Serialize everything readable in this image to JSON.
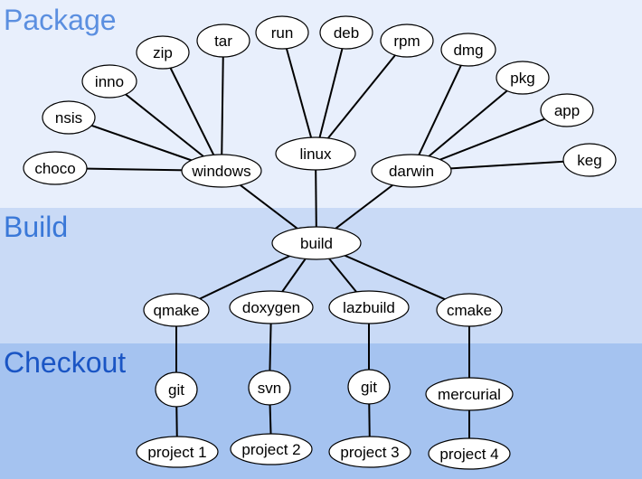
{
  "bands": [
    {
      "id": "package",
      "label": "Package",
      "fill": "#e8effc",
      "text_color": "#5b8fe0"
    },
    {
      "id": "build",
      "label": "Build",
      "fill": "#c9daf6",
      "text_color": "#3a78d8"
    },
    {
      "id": "checkout",
      "label": "Checkout",
      "fill": "#a5c3f0",
      "text_color": "#1a55c4"
    }
  ],
  "nodes": [
    {
      "id": "choco",
      "label": "choco"
    },
    {
      "id": "nsis",
      "label": "nsis"
    },
    {
      "id": "inno",
      "label": "inno"
    },
    {
      "id": "zip",
      "label": "zip"
    },
    {
      "id": "tar",
      "label": "tar"
    },
    {
      "id": "run",
      "label": "run"
    },
    {
      "id": "deb",
      "label": "deb"
    },
    {
      "id": "rpm",
      "label": "rpm"
    },
    {
      "id": "dmg",
      "label": "dmg"
    },
    {
      "id": "pkg",
      "label": "pkg"
    },
    {
      "id": "app",
      "label": "app"
    },
    {
      "id": "keg",
      "label": "keg"
    },
    {
      "id": "windows",
      "label": "windows"
    },
    {
      "id": "linux",
      "label": "linux"
    },
    {
      "id": "darwin",
      "label": "darwin"
    },
    {
      "id": "build",
      "label": "build"
    },
    {
      "id": "qmake",
      "label": "qmake"
    },
    {
      "id": "doxygen",
      "label": "doxygen"
    },
    {
      "id": "lazbuild",
      "label": "lazbuild"
    },
    {
      "id": "cmake",
      "label": "cmake"
    },
    {
      "id": "git1",
      "label": "git"
    },
    {
      "id": "svn",
      "label": "svn"
    },
    {
      "id": "git2",
      "label": "git"
    },
    {
      "id": "mercurial",
      "label": "mercurial"
    },
    {
      "id": "project1",
      "label": "project 1"
    },
    {
      "id": "project2",
      "label": "project 2"
    },
    {
      "id": "project3",
      "label": "project 3"
    },
    {
      "id": "project4",
      "label": "project 4"
    }
  ],
  "edges": [
    [
      "choco",
      "windows"
    ],
    [
      "nsis",
      "windows"
    ],
    [
      "inno",
      "windows"
    ],
    [
      "zip",
      "windows"
    ],
    [
      "tar",
      "windows"
    ],
    [
      "run",
      "linux"
    ],
    [
      "deb",
      "linux"
    ],
    [
      "rpm",
      "linux"
    ],
    [
      "dmg",
      "darwin"
    ],
    [
      "pkg",
      "darwin"
    ],
    [
      "app",
      "darwin"
    ],
    [
      "keg",
      "darwin"
    ],
    [
      "windows",
      "build"
    ],
    [
      "linux",
      "build"
    ],
    [
      "darwin",
      "build"
    ],
    [
      "build",
      "qmake"
    ],
    [
      "build",
      "doxygen"
    ],
    [
      "build",
      "lazbuild"
    ],
    [
      "build",
      "cmake"
    ],
    [
      "qmake",
      "git1"
    ],
    [
      "doxygen",
      "svn"
    ],
    [
      "lazbuild",
      "git2"
    ],
    [
      "cmake",
      "mercurial"
    ],
    [
      "git1",
      "project1"
    ],
    [
      "svn",
      "project2"
    ],
    [
      "git2",
      "project3"
    ],
    [
      "mercurial",
      "project4"
    ]
  ]
}
